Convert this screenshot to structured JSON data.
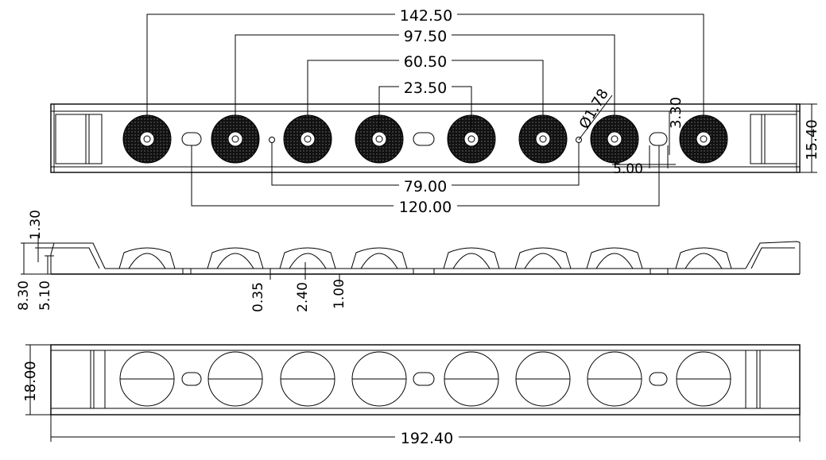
{
  "dimensions": {
    "top_view": {
      "d142": "142.50",
      "d97": "97.50",
      "d60": "60.50",
      "d23": "23.50",
      "dia": "Ø1.78",
      "d330": "3.30",
      "d1540": "15.40",
      "d500": "5.00",
      "d79": "79.00",
      "d120": "120.00"
    },
    "side_view": {
      "d130": "1.30",
      "d830": "8.30",
      "d510": "5.10",
      "d035": "0.35",
      "d240": "2.40",
      "d100": "1.00"
    },
    "bottom_view": {
      "d18": "18.00",
      "d1924": "192.40"
    }
  },
  "colors": {
    "line": "#000000",
    "lens_fill": "#1a1a1a",
    "background": "#ffffff"
  }
}
